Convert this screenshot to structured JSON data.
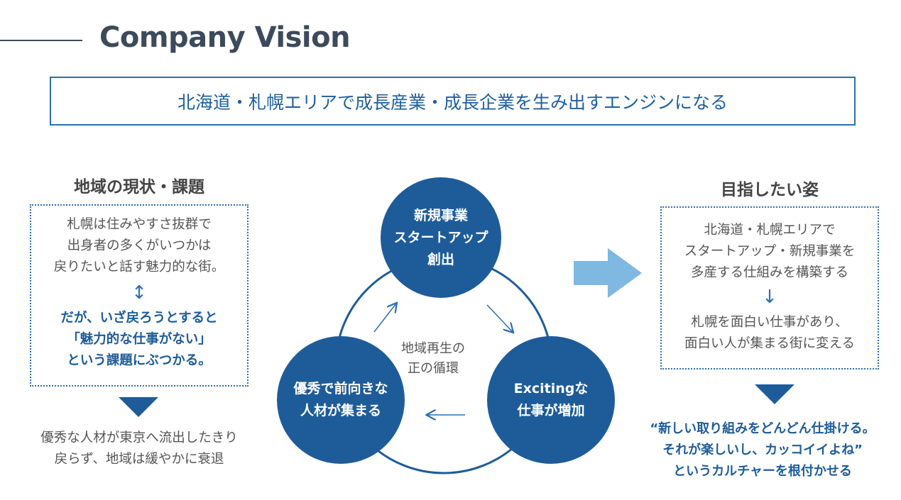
{
  "page": {
    "title": "Company Vision"
  },
  "mission": "北海道・札幌エリアで成長産業・成長企業を生み出すエンジンになる",
  "left": {
    "heading": "地域の現状・課題",
    "lines": [
      "札幌は住みやすさ抜群で",
      "出身者の多くがいつかは",
      "戻りたいと話す魅力的な街。"
    ],
    "arrow": "↕",
    "emphasis": [
      "だが、いざ戻ろうとすると",
      "「魅力的な仕事がない」",
      "という課題にぶつかる。"
    ],
    "result": [
      "優秀な人材が東京へ流出したきり",
      "戻らず、地域は緩やかに衰退"
    ]
  },
  "cycle": {
    "center": [
      "地域再生の",
      "正の循環"
    ],
    "top": [
      "新規事業",
      "スタートアップ",
      "創出"
    ],
    "right": [
      "Excitingな",
      "仕事が増加"
    ],
    "left": [
      "優秀で前向きな",
      "人材が集まる"
    ]
  },
  "right": {
    "heading": "目指したい姿",
    "lines": [
      "北海道・札幌エリアで",
      "スタートアップ・新規事業を",
      "多産する仕組みを構築する"
    ],
    "arrow": "↓",
    "lines2": [
      "札幌を面白い仕事があり、",
      "面白い人が集まる街に変える"
    ],
    "quote": [
      "“新しい取り組みをどんどん仕掛ける。",
      "それが楽しいし、カッコイイよね”",
      "というカルチャーを根付かせる"
    ]
  },
  "colors": {
    "title": "#3d4a5c",
    "accent": "#2d6fb0",
    "circle": "#1e5c99",
    "big_arrow": "#7fb8e0"
  }
}
